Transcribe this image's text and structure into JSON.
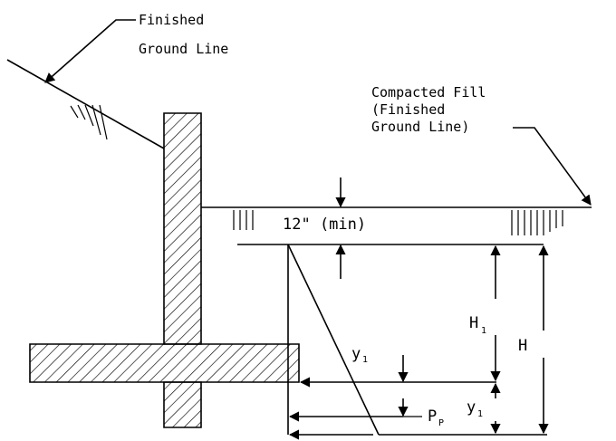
{
  "labels": {
    "finished_ground": [
      "Finished",
      "Ground Line"
    ],
    "compacted_fill": [
      "Compacted Fill",
      "(Finished",
      "Ground Line)"
    ],
    "min_depth": "12\" (min)",
    "h1": "H",
    "h1_sub": "1",
    "h": "H",
    "y1_upper": "y",
    "y1_upper_sub": "1",
    "y1_lower": "y",
    "y1_lower_sub": "1",
    "pp": "P",
    "pp_sub": "P"
  },
  "colors": {
    "line": "#000000",
    "background": "#ffffff"
  }
}
